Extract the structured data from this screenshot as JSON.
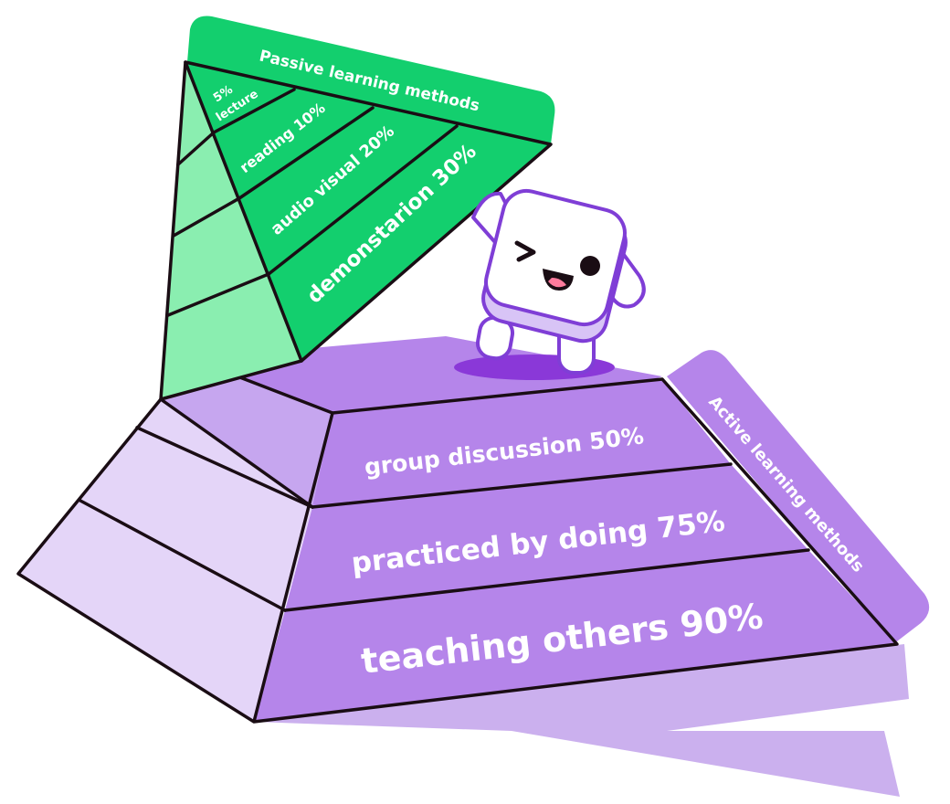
{
  "passive": {
    "tag": "Passive learning methods",
    "layers": [
      {
        "label_line1": "5%",
        "label_line2": "lecture"
      },
      {
        "label": "reading 10%"
      },
      {
        "label": "audio visual 20%"
      },
      {
        "label": "demonstarion 30%"
      }
    ]
  },
  "active": {
    "tag": "Active learning methods",
    "layers": [
      {
        "label": "group discussion 50%"
      },
      {
        "label": "practiced by doing 75%"
      },
      {
        "label": "teaching others 90%"
      }
    ]
  },
  "colors": {
    "green_front": "#13cf6e",
    "green_side": "#8aeeb0",
    "purple_front": "#b585ea",
    "purple_side": "#e4d5f8",
    "purple_top": "#b585ea",
    "shadow": "#cbb0ee",
    "tag_active": "#b585ea",
    "mascot_outline": "#7f3ed6",
    "mascot_shadow": "#8a38d8"
  },
  "mascot": {
    "icon": "winking-cube-mascot"
  }
}
